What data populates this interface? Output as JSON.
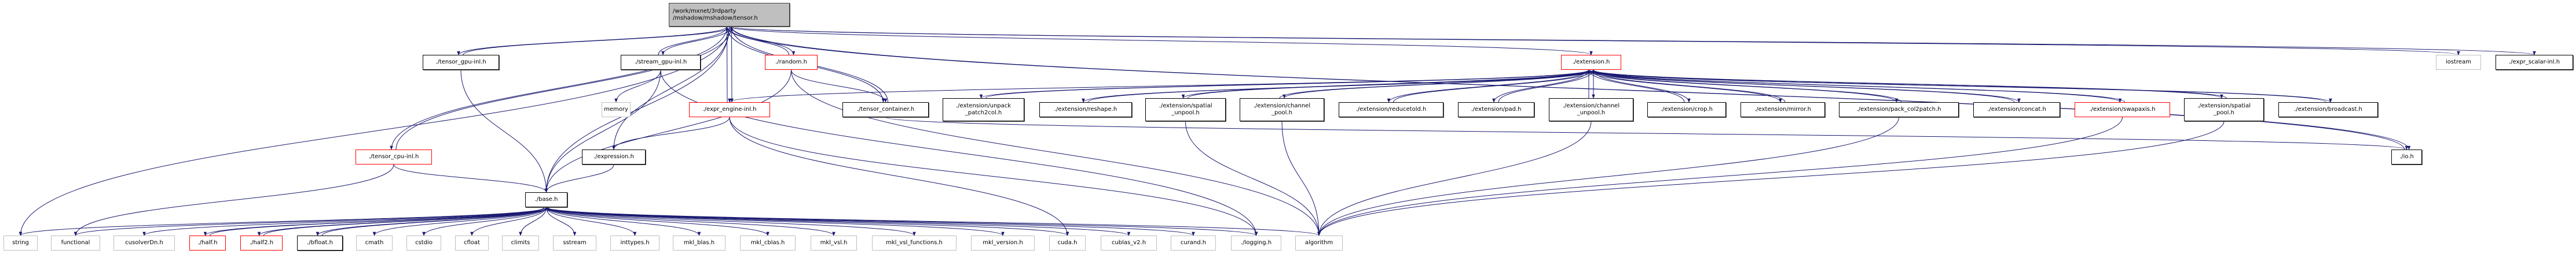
{
  "colors": {
    "edge": "#191970",
    "red_border": "#ff0000",
    "system_border": "#bfbfbf",
    "root_fill": "#bfbfbf"
  },
  "nodes": [
    {
      "id": "tensor",
      "lines": [
        "/work/mxnet/3rdparty",
        "/mshadow/mshadow/tensor.h"
      ],
      "style": "root"
    },
    {
      "id": "tensor_gpu",
      "lines": [
        "./tensor_gpu-inl.h"
      ],
      "style": "normal"
    },
    {
      "id": "stream_gpu",
      "lines": [
        "./stream_gpu-inl.h"
      ],
      "style": "normal"
    },
    {
      "id": "random",
      "lines": [
        "./random.h"
      ],
      "style": "red"
    },
    {
      "id": "extension",
      "lines": [
        "./extension.h"
      ],
      "style": "red"
    },
    {
      "id": "iostream",
      "lines": [
        "iostream"
      ],
      "style": "system"
    },
    {
      "id": "expr_scalar",
      "lines": [
        "./expr_scalar-inl.h"
      ],
      "style": "normal"
    },
    {
      "id": "memory",
      "lines": [
        "memory"
      ],
      "style": "system"
    },
    {
      "id": "expr_engine",
      "lines": [
        "./expr_engine-inl.h"
      ],
      "style": "red"
    },
    {
      "id": "tensor_container",
      "lines": [
        "./tensor_container.h"
      ],
      "style": "normal"
    },
    {
      "id": "unpack_patch2col",
      "lines": [
        "./extension/unpack",
        "_patch2col.h"
      ],
      "style": "normal"
    },
    {
      "id": "reshape",
      "lines": [
        "./extension/reshape.h"
      ],
      "style": "normal"
    },
    {
      "id": "spatial_unpool",
      "lines": [
        "./extension/spatial",
        "_unpool.h"
      ],
      "style": "normal"
    },
    {
      "id": "channel_pool",
      "lines": [
        "./extension/channel",
        "_pool.h"
      ],
      "style": "normal"
    },
    {
      "id": "reducetold",
      "lines": [
        "./extension/reducetold.h"
      ],
      "style": "normal"
    },
    {
      "id": "pad",
      "lines": [
        "./extension/pad.h"
      ],
      "style": "normal"
    },
    {
      "id": "channel_unpool",
      "lines": [
        "./extension/channel",
        "_unpool.h"
      ],
      "style": "normal"
    },
    {
      "id": "crop",
      "lines": [
        "./extension/crop.h"
      ],
      "style": "normal"
    },
    {
      "id": "mirror",
      "lines": [
        "./extension/mirror.h"
      ],
      "style": "normal"
    },
    {
      "id": "pack_col2patch",
      "lines": [
        "./extension/pack_col2patch.h"
      ],
      "style": "normal"
    },
    {
      "id": "concat",
      "lines": [
        "./extension/concat.h"
      ],
      "style": "normal"
    },
    {
      "id": "swapaxis",
      "lines": [
        "./extension/swapaxis.h"
      ],
      "style": "red"
    },
    {
      "id": "spatial_pool",
      "lines": [
        "./extension/spatial",
        "_pool.h"
      ],
      "style": "normal"
    },
    {
      "id": "broadcast",
      "lines": [
        "./extension/broadcast.h"
      ],
      "style": "normal"
    },
    {
      "id": "tensor_cpu",
      "lines": [
        "./tensor_cpu-inl.h"
      ],
      "style": "red"
    },
    {
      "id": "expression",
      "lines": [
        "./expression.h"
      ],
      "style": "normal"
    },
    {
      "id": "io",
      "lines": [
        "./io.h"
      ],
      "style": "normal"
    },
    {
      "id": "base",
      "lines": [
        "./base.h"
      ],
      "style": "normal"
    },
    {
      "id": "string",
      "lines": [
        "string"
      ],
      "style": "system"
    },
    {
      "id": "functional",
      "lines": [
        "functional"
      ],
      "style": "system"
    },
    {
      "id": "cusolverDn",
      "lines": [
        "cusolverDn.h"
      ],
      "style": "system"
    },
    {
      "id": "half",
      "lines": [
        "./half.h"
      ],
      "style": "red"
    },
    {
      "id": "half2",
      "lines": [
        "./half2.h"
      ],
      "style": "red"
    },
    {
      "id": "bfloat",
      "lines": [
        "./bfloat.h"
      ],
      "style": "normal"
    },
    {
      "id": "cmath",
      "lines": [
        "cmath"
      ],
      "style": "system"
    },
    {
      "id": "cstdio",
      "lines": [
        "cstdio"
      ],
      "style": "system"
    },
    {
      "id": "cfloat",
      "lines": [
        "cfloat"
      ],
      "style": "system"
    },
    {
      "id": "climits",
      "lines": [
        "climits"
      ],
      "style": "system"
    },
    {
      "id": "sstream",
      "lines": [
        "sstream"
      ],
      "style": "system"
    },
    {
      "id": "inttypes",
      "lines": [
        "inttypes.h"
      ],
      "style": "system"
    },
    {
      "id": "mkl_blas",
      "lines": [
        "mkl_blas.h"
      ],
      "style": "system"
    },
    {
      "id": "mkl_cblas",
      "lines": [
        "mkl_cblas.h"
      ],
      "style": "system"
    },
    {
      "id": "mkl_vsl",
      "lines": [
        "mkl_vsl.h"
      ],
      "style": "system"
    },
    {
      "id": "mkl_vsl_functions",
      "lines": [
        "mkl_vsl_functions.h"
      ],
      "style": "system"
    },
    {
      "id": "mkl_version",
      "lines": [
        "mkl_version.h"
      ],
      "style": "system"
    },
    {
      "id": "cuda",
      "lines": [
        "cuda.h"
      ],
      "style": "system"
    },
    {
      "id": "cublas_v2",
      "lines": [
        "cublas_v2.h"
      ],
      "style": "system"
    },
    {
      "id": "curand",
      "lines": [
        "curand.h"
      ],
      "style": "system"
    },
    {
      "id": "logging",
      "lines": [
        "./logging.h"
      ],
      "style": "system"
    },
    {
      "id": "algorithm",
      "lines": [
        "algorithm"
      ],
      "style": "system"
    }
  ],
  "edges": [
    [
      "tensor",
      "tensor_gpu"
    ],
    [
      "tensor",
      "tensor_cpu"
    ],
    [
      "tensor",
      "stream_gpu"
    ],
    [
      "tensor",
      "random"
    ],
    [
      "tensor",
      "expr_engine"
    ],
    [
      "tensor",
      "tensor_container"
    ],
    [
      "tensor",
      "extension"
    ],
    [
      "tensor",
      "io"
    ],
    [
      "tensor",
      "iostream"
    ],
    [
      "tensor",
      "expr_scalar"
    ],
    [
      "tensor",
      "string"
    ],
    [
      "tensor",
      "base"
    ],
    [
      "tensor",
      "expression"
    ],
    [
      "tensor_gpu",
      "tensor"
    ],
    [
      "tensor_gpu",
      "base"
    ],
    [
      "tensor_cpu",
      "tensor"
    ],
    [
      "tensor_cpu",
      "base"
    ],
    [
      "tensor_cpu",
      "functional"
    ],
    [
      "stream_gpu",
      "tensor"
    ],
    [
      "stream_gpu",
      "memory"
    ],
    [
      "stream_gpu",
      "base"
    ],
    [
      "stream_gpu",
      "logging"
    ],
    [
      "random",
      "tensor"
    ],
    [
      "random",
      "tensor_container"
    ],
    [
      "random",
      "base"
    ],
    [
      "random",
      "algorithm"
    ],
    [
      "expr_engine",
      "tensor"
    ],
    [
      "expr_engine",
      "expression"
    ],
    [
      "expr_engine",
      "logging"
    ],
    [
      "expr_engine",
      "cuda"
    ],
    [
      "tensor_container",
      "tensor"
    ],
    [
      "tensor_container",
      "io"
    ],
    [
      "expression",
      "base"
    ],
    [
      "io",
      "tensor"
    ],
    [
      "extension",
      "expr_engine"
    ],
    [
      "extension",
      "unpack_patch2col"
    ],
    [
      "extension",
      "reshape"
    ],
    [
      "extension",
      "spatial_unpool"
    ],
    [
      "extension",
      "channel_pool"
    ],
    [
      "extension",
      "reducetold"
    ],
    [
      "extension",
      "pad"
    ],
    [
      "extension",
      "channel_unpool"
    ],
    [
      "extension",
      "crop"
    ],
    [
      "extension",
      "mirror"
    ],
    [
      "extension",
      "pack_col2patch"
    ],
    [
      "extension",
      "concat"
    ],
    [
      "extension",
      "swapaxis"
    ],
    [
      "extension",
      "spatial_pool"
    ],
    [
      "extension",
      "broadcast"
    ],
    [
      "unpack_patch2col",
      "extension"
    ],
    [
      "reshape",
      "extension"
    ],
    [
      "spatial_unpool",
      "extension"
    ],
    [
      "channel_pool",
      "extension"
    ],
    [
      "reducetold",
      "extension"
    ],
    [
      "pad",
      "extension"
    ],
    [
      "channel_unpool",
      "extension"
    ],
    [
      "crop",
      "extension"
    ],
    [
      "mirror",
      "extension"
    ],
    [
      "pack_col2patch",
      "extension"
    ],
    [
      "concat",
      "extension"
    ],
    [
      "swapaxis",
      "extension"
    ],
    [
      "spatial_pool",
      "extension"
    ],
    [
      "broadcast",
      "extension"
    ],
    [
      "spatial_unpool",
      "algorithm"
    ],
    [
      "channel_pool",
      "algorithm"
    ],
    [
      "channel_unpool",
      "algorithm"
    ],
    [
      "pack_col2patch",
      "algorithm"
    ],
    [
      "swapaxis",
      "algorithm"
    ],
    [
      "spatial_pool",
      "algorithm"
    ],
    [
      "base",
      "string"
    ],
    [
      "base",
      "functional"
    ],
    [
      "base",
      "cusolverDn"
    ],
    [
      "base",
      "half"
    ],
    [
      "base",
      "half2"
    ],
    [
      "base",
      "bfloat"
    ],
    [
      "base",
      "cmath"
    ],
    [
      "base",
      "cstdio"
    ],
    [
      "base",
      "cfloat"
    ],
    [
      "base",
      "climits"
    ],
    [
      "base",
      "sstream"
    ],
    [
      "base",
      "inttypes"
    ],
    [
      "base",
      "mkl_blas"
    ],
    [
      "base",
      "mkl_cblas"
    ],
    [
      "base",
      "mkl_vsl"
    ],
    [
      "base",
      "mkl_vsl_functions"
    ],
    [
      "base",
      "mkl_version"
    ],
    [
      "base",
      "cuda"
    ],
    [
      "base",
      "cublas_v2"
    ],
    [
      "base",
      "curand"
    ],
    [
      "base",
      "logging"
    ],
    [
      "base",
      "algorithm"
    ],
    [
      "half",
      "base"
    ],
    [
      "half2",
      "base"
    ],
    [
      "bfloat",
      "base"
    ]
  ]
}
